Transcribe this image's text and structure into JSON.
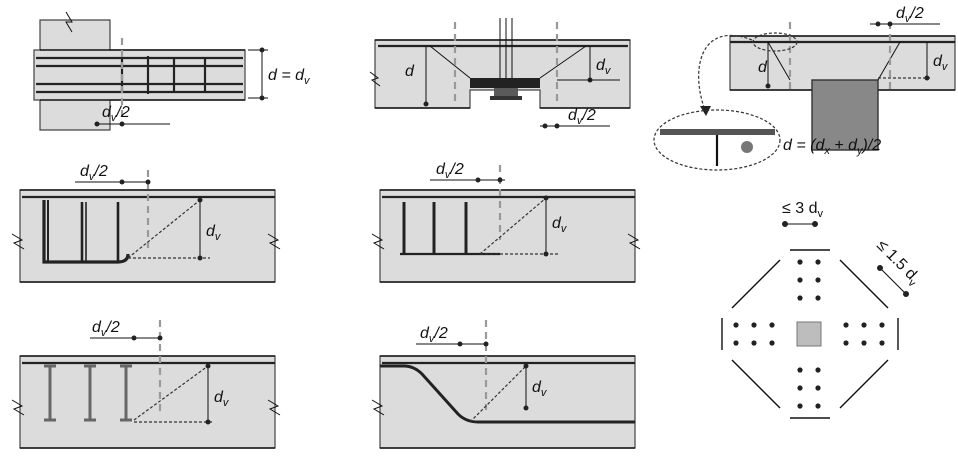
{
  "labels": {
    "column_d": "d = d",
    "column_d_sub": "v",
    "half": "d",
    "half_sub": "v",
    "half_tail": "/2",
    "d": "d",
    "dv": "d",
    "dv_sub": "v",
    "avg_d_prefix": "d = (d",
    "avg_d_x": "x",
    "avg_d_mid": " + d",
    "avg_d_y": "y",
    "avg_d_tail": ")/2",
    "spacing_3": "≤ 3 d",
    "spacing_3_sub": "v",
    "spacing_15": "≤ 1.5 d",
    "spacing_15_sub": "v"
  },
  "colors": {
    "concrete": "#dcdcdc",
    "column": "#888888",
    "plate": "#222222",
    "bolt": "#5a5a5a",
    "dashed": "#999999",
    "inner_square": "#bdbdbd"
  }
}
